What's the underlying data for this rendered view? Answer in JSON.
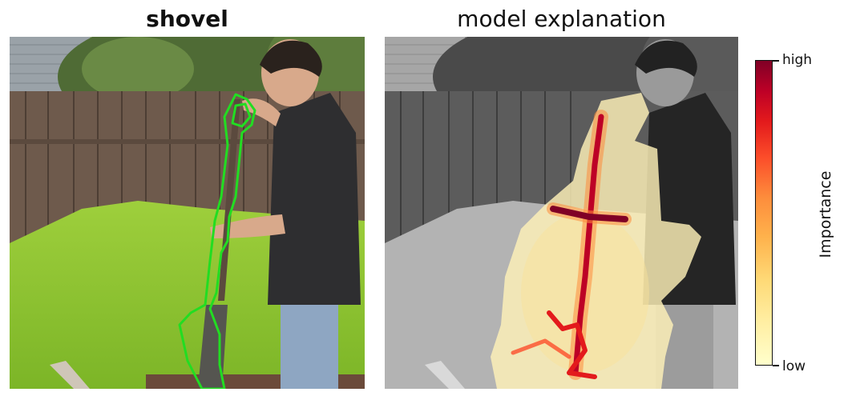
{
  "left_panel": {
    "title": "shovel"
  },
  "right_panel": {
    "title": "model explanation"
  },
  "colorbar": {
    "label": "Importance",
    "high_label": "high",
    "low_label": "low",
    "colors": [
      "#ffffcc",
      "#ffeda0",
      "#fed976",
      "#feb24c",
      "#fd8d3c",
      "#fc4e2a",
      "#e31a1c",
      "#bd0026",
      "#800026"
    ]
  },
  "colors": {
    "outline": "#22dd22"
  }
}
